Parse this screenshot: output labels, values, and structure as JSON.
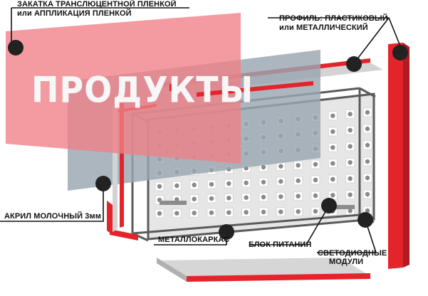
{
  "title": "ПРОДУКТЫ",
  "labels": {
    "film_line1": "ЗАКАТКА ТРАНСЛЮЦЕНТНОЙ ПЛЕНКОЙ",
    "film_line2": "или АППЛИКАЦИЯ ПЛЕНКОЙ",
    "profile_line1": "ПРОФИЛЬ: ПЛАСТИКОВЫЙ",
    "profile_line2": "или МЕТАЛЛИЧЕСКИЙ",
    "acrylic": "АКРИЛ МОЛОЧНЫЙ 3мм",
    "frame": "МЕТАЛЛОКАРКАС",
    "power": "БЛОК ПИТАНИЯ",
    "led_line1": "СВЕТОДИОДНЫЕ",
    "led_line2": "МОДУЛИ"
  },
  "led_grid": {
    "rows": 7,
    "cols": 13
  },
  "colors": {
    "film": "#ef7f86",
    "acrylic": "#9aa6b1",
    "profile": "#e3242b",
    "frame": "#5b5b5b",
    "panel": "#e6e6e6",
    "plate": "#c9c9c9",
    "marker": "#222222"
  }
}
